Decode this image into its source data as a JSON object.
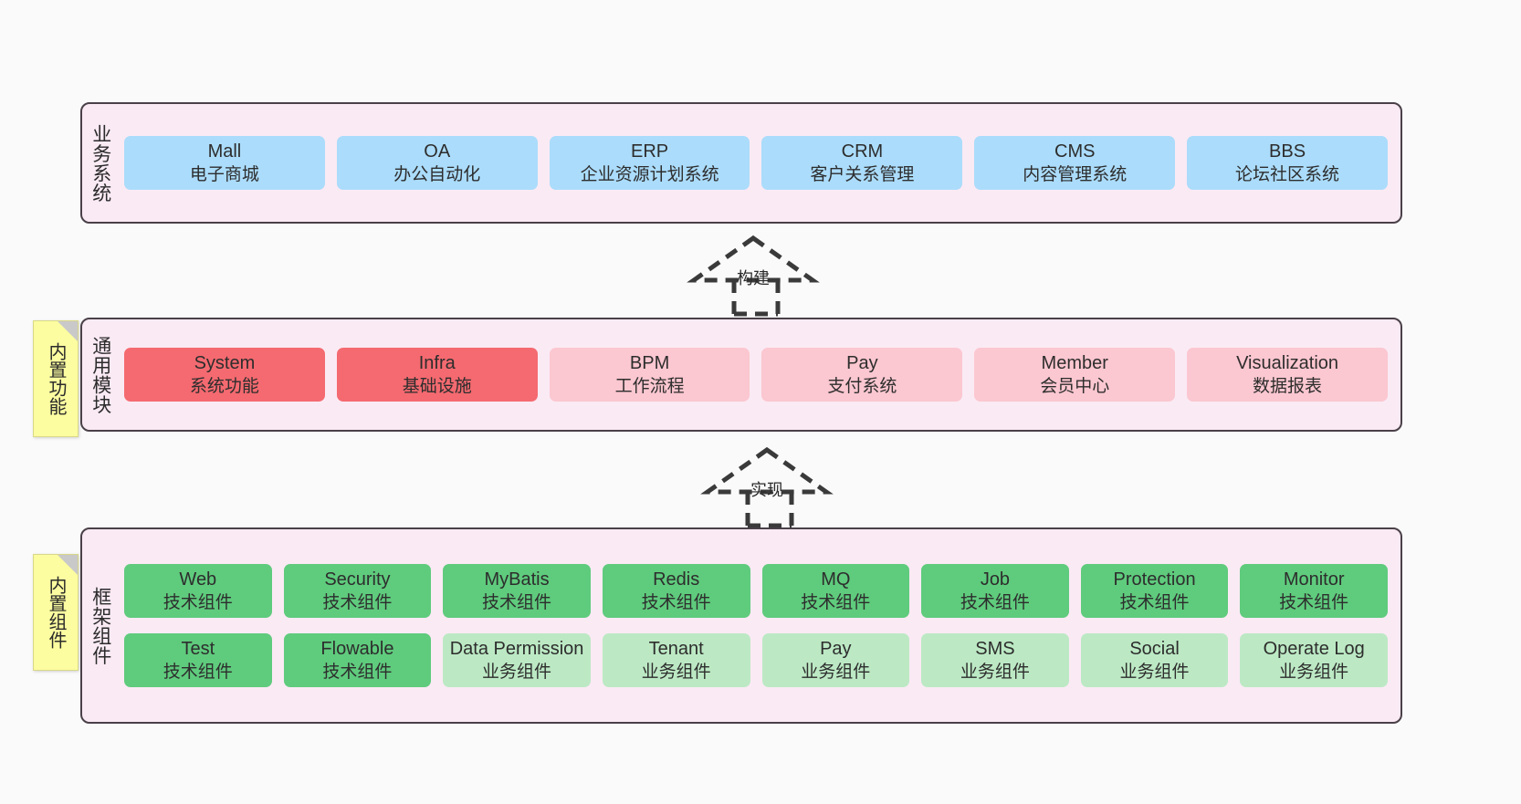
{
  "diagram": {
    "background_color": "#fafafa",
    "layer_fill": "#faeaf4",
    "layer_border": "#4a4048",
    "note_fill": "#fcfca0",
    "colors": {
      "business": "#ABDCFB",
      "module_core": "#F46A70",
      "module_opt": "#FBC7D0",
      "tech_component": "#5FCB7D",
      "biz_component": "#BCE9C4"
    }
  },
  "layers": [
    {
      "id": "business-systems",
      "title": "业务系统",
      "rows": [
        [
          {
            "name": "Mall",
            "desc": "电子商城",
            "color": "blue"
          },
          {
            "name": "OA",
            "desc": "办公自动化",
            "color": "blue"
          },
          {
            "name": "ERP",
            "desc": "企业资源计划系统",
            "color": "blue"
          },
          {
            "name": "CRM",
            "desc": "客户关系管理",
            "color": "blue"
          },
          {
            "name": "CMS",
            "desc": "内容管理系统",
            "color": "blue"
          },
          {
            "name": "BBS",
            "desc": "论坛社区系统",
            "color": "blue"
          }
        ]
      ]
    },
    {
      "id": "common-modules",
      "title": "通用模块",
      "note": "内置功能",
      "rows": [
        [
          {
            "name": "System",
            "desc": "系统功能",
            "color": "red"
          },
          {
            "name": "Infra",
            "desc": "基础设施",
            "color": "red"
          },
          {
            "name": "BPM",
            "desc": "工作流程",
            "color": "pink"
          },
          {
            "name": "Pay",
            "desc": "支付系统",
            "color": "pink"
          },
          {
            "name": "Member",
            "desc": "会员中心",
            "color": "pink"
          },
          {
            "name": "Visualization",
            "desc": "数据报表",
            "color": "pink"
          }
        ]
      ]
    },
    {
      "id": "framework-components",
      "title": "框架组件",
      "note": "内置组件",
      "rows": [
        [
          {
            "name": "Web",
            "desc": "技术组件",
            "color": "green"
          },
          {
            "name": "Security",
            "desc": "技术组件",
            "color": "green"
          },
          {
            "name": "MyBatis",
            "desc": "技术组件",
            "color": "green"
          },
          {
            "name": "Redis",
            "desc": "技术组件",
            "color": "green"
          },
          {
            "name": "MQ",
            "desc": "技术组件",
            "color": "green"
          },
          {
            "name": "Job",
            "desc": "技术组件",
            "color": "green"
          },
          {
            "name": "Protection",
            "desc": "技术组件",
            "color": "green"
          },
          {
            "name": "Monitor",
            "desc": "技术组件",
            "color": "green"
          }
        ],
        [
          {
            "name": "Test",
            "desc": "技术组件",
            "color": "green"
          },
          {
            "name": "Flowable",
            "desc": "技术组件",
            "color": "green"
          },
          {
            "name": "Data Permission",
            "desc": "业务组件",
            "color": "lightgreen"
          },
          {
            "name": "Tenant",
            "desc": "业务组件",
            "color": "lightgreen"
          },
          {
            "name": "Pay",
            "desc": "业务组件",
            "color": "lightgreen"
          },
          {
            "name": "SMS",
            "desc": "业务组件",
            "color": "lightgreen"
          },
          {
            "name": "Social",
            "desc": "业务组件",
            "color": "lightgreen"
          },
          {
            "name": "Operate Log",
            "desc": "业务组件",
            "color": "lightgreen"
          }
        ]
      ]
    }
  ],
  "connectors": [
    {
      "id": "build",
      "label": "构建"
    },
    {
      "id": "implement",
      "label": "实现"
    }
  ]
}
